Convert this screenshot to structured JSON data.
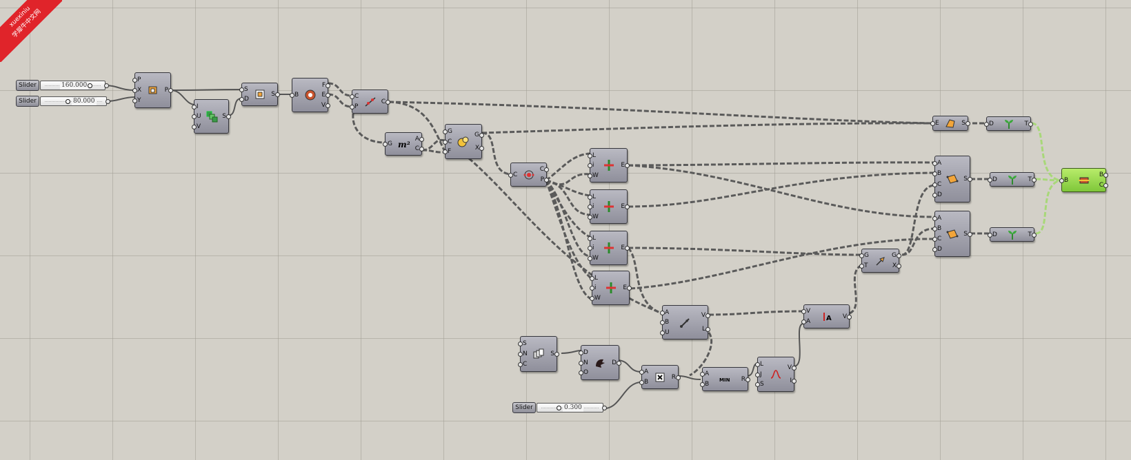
{
  "watermark": {
    "line1": "xuexiniu",
    "line2": "学犀牛中文网",
    "color": "#e0242a"
  },
  "colors": {
    "canvas": "#d3d0c8",
    "grid": "#a09d94",
    "component": "#a3a3ad",
    "active_component": "#8cd44a",
    "preview_wire": "#a8d879"
  },
  "sliders": {
    "s1": {
      "label": "Slider",
      "value": "160.000"
    },
    "s2": {
      "label": "Slider",
      "value": "80.000"
    },
    "s3": {
      "label": "Slider",
      "value": "0.300"
    }
  },
  "components": {
    "rect": {
      "icon": "rectangle-plane-icon",
      "inputs": [
        "P",
        "X",
        "Y"
      ],
      "outputs": [
        "P"
      ]
    },
    "series": {
      "icon": "series-icon",
      "inputs": [
        "I",
        "U",
        "V"
      ],
      "outputs": [
        "S"
      ]
    },
    "surface": {
      "icon": "boundary-surface-icon",
      "inputs": [
        "S",
        "D"
      ],
      "outputs": [
        "S"
      ]
    },
    "brep": {
      "icon": "deconstruct-brep-icon",
      "inputs": [
        "B"
      ],
      "outputs": [
        "F",
        "E",
        "V"
      ]
    },
    "curve": {
      "icon": "curve-divide-icon",
      "inputs": [
        "C",
        "P"
      ],
      "outputs": [
        "C"
      ]
    },
    "area": {
      "icon": "area-icon",
      "label": "m²",
      "inputs": [
        "G"
      ],
      "outputs": [
        "A",
        "C"
      ]
    },
    "scale": {
      "icon": "scale-icon",
      "inputs": [
        "G",
        "C",
        "F"
      ],
      "outputs": [
        "G",
        "X"
      ]
    },
    "circle": {
      "icon": "circle-points-icon",
      "inputs": [
        "C"
      ],
      "outputs": [
        "C",
        "P"
      ]
    },
    "line1": {
      "icon": "line-sdl-icon",
      "inputs": [
        "L",
        "i",
        "W"
      ],
      "outputs": [
        "E"
      ]
    },
    "line2": {
      "icon": "line-sdl-icon",
      "inputs": [
        "L",
        "i",
        "W"
      ],
      "outputs": [
        "E"
      ]
    },
    "line3": {
      "icon": "line-sdl-icon",
      "inputs": [
        "L",
        "i",
        "W"
      ],
      "outputs": [
        "E"
      ]
    },
    "line4": {
      "icon": "line-sdl-icon",
      "inputs": [
        "L",
        "i",
        "W"
      ],
      "outputs": [
        "E"
      ]
    },
    "vector": {
      "icon": "vector-2pt-icon",
      "inputs": [
        "A",
        "B",
        "U"
      ],
      "outputs": [
        "V",
        "L"
      ]
    },
    "seq": {
      "icon": "sequence-icon",
      "inputs": [
        "S",
        "N",
        "C"
      ],
      "outputs": [
        "S"
      ]
    },
    "random": {
      "icon": "random-icon",
      "inputs": [
        "D",
        "N",
        "O"
      ],
      "outputs": [
        "D"
      ]
    },
    "multiply": {
      "icon": "multiply-icon",
      "inputs": [
        "A",
        "B"
      ],
      "outputs": [
        "R"
      ]
    },
    "min": {
      "icon": "minimum-icon",
      "label": "MIN",
      "inputs": [
        "A",
        "B"
      ],
      "outputs": [
        "R"
      ]
    },
    "graph": {
      "icon": "graph-mapper-icon",
      "inputs": [
        "L",
        "J",
        "S"
      ],
      "outputs": [
        "V",
        "I"
      ]
    },
    "amplitude": {
      "icon": "amplitude-icon",
      "inputs": [
        "V",
        "A"
      ],
      "outputs": [
        "V"
      ]
    },
    "move": {
      "icon": "move-icon",
      "inputs": [
        "G",
        "T"
      ],
      "outputs": [
        "G",
        "X"
      ]
    },
    "extrude": {
      "icon": "extrude-icon",
      "inputs": [
        "E"
      ],
      "outputs": [
        "S"
      ]
    },
    "loft1": {
      "icon": "four-point-surface-icon",
      "inputs": [
        "A",
        "B",
        "C",
        "D"
      ],
      "outputs": [
        "S"
      ]
    },
    "loft2": {
      "icon": "four-point-surface-icon",
      "inputs": [
        "A",
        "B",
        "C",
        "D"
      ],
      "outputs": [
        "S"
      ]
    },
    "tree1": {
      "icon": "sprout-icon",
      "inputs": [
        "D"
      ],
      "outputs": [
        "T"
      ]
    },
    "tree2": {
      "icon": "sprout-icon",
      "inputs": [
        "D"
      ],
      "outputs": [
        "T"
      ]
    },
    "tree3": {
      "icon": "sprout-icon",
      "inputs": [
        "D"
      ],
      "outputs": [
        "T"
      ]
    },
    "bake": {
      "icon": "bake-icon",
      "inputs": [
        "B"
      ],
      "outputs": [
        "B",
        "C"
      ]
    }
  }
}
